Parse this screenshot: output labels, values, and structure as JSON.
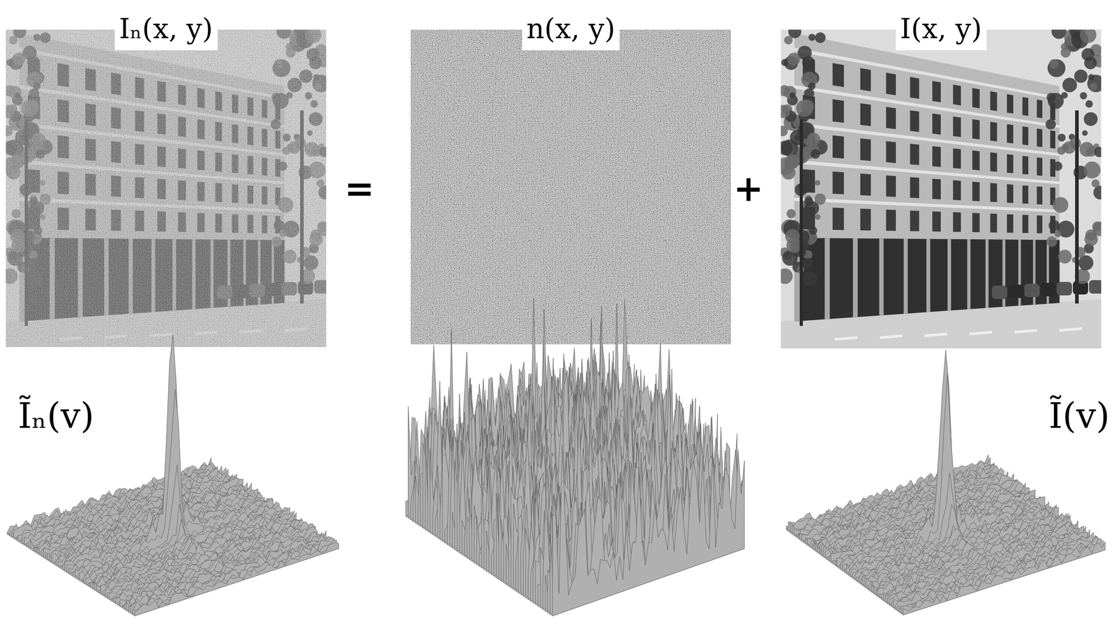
{
  "diagram": {
    "nodes": [
      {
        "text": [
          "Iₙ(x, y)"
        ]
      },
      {
        "text": [
          "n(x, y)"
        ]
      },
      {
        "text": [
          "I(x, y)"
        ]
      }
    ],
    "labels": [
      "=",
      "+",
      "Ĩₙ(v)",
      "Ĩ(v)"
    ]
  }
}
